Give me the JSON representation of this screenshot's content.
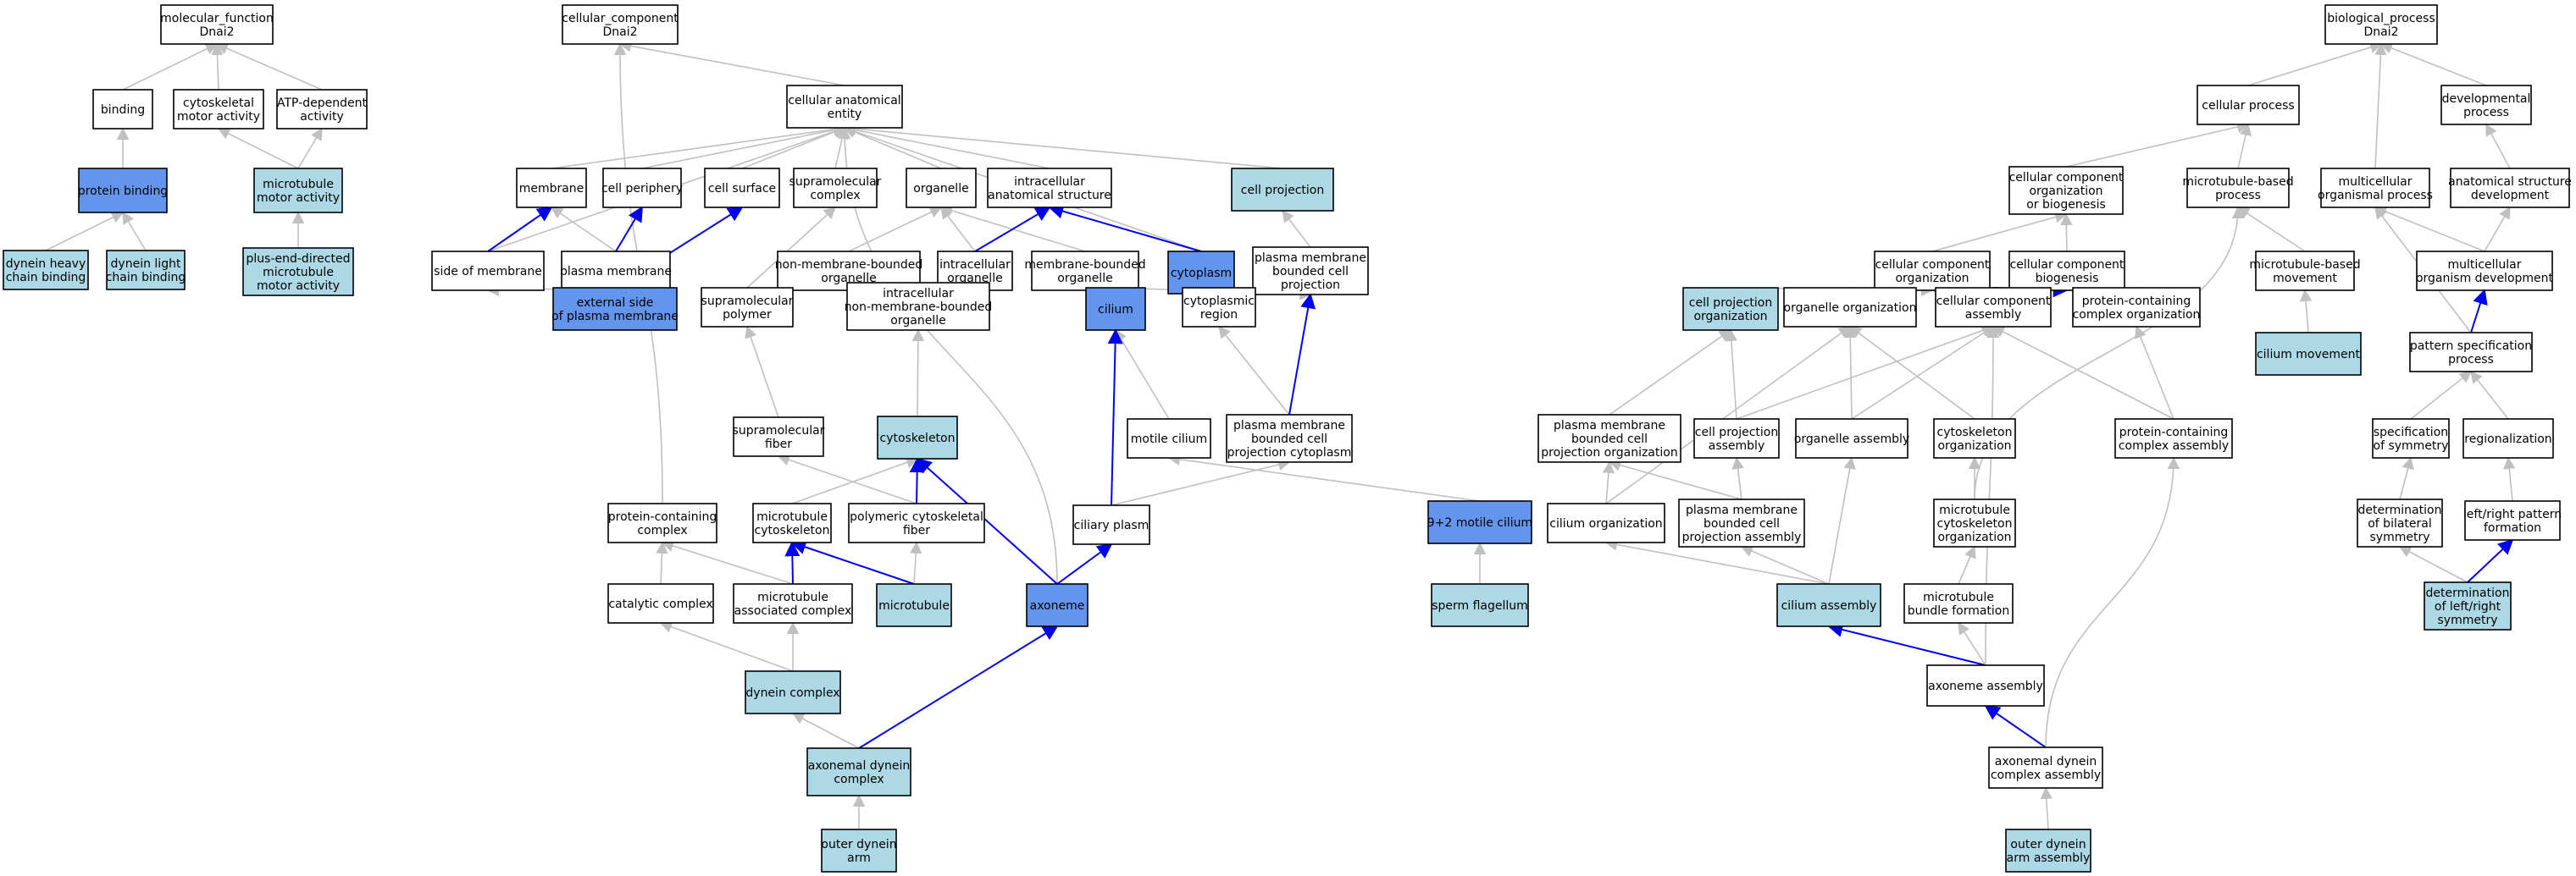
{
  "colors": {
    "white": "#ffffff",
    "light": "#add8e6",
    "dark": "#6495ed",
    "edge_gray": "#c0c0c0",
    "edge_blue": "#0000ee"
  },
  "nodes": {
    "mf_root": {
      "lines": [
        "molecular_function",
        "Dnai2"
      ],
      "fill": "white"
    },
    "binding": {
      "lines": [
        "binding"
      ],
      "fill": "white"
    },
    "cytoskeletal_motor": {
      "lines": [
        "cytoskeletal",
        "motor activity"
      ],
      "fill": "white"
    },
    "atp_dependent": {
      "lines": [
        "ATP-dependent",
        "activity"
      ],
      "fill": "white"
    },
    "protein_binding": {
      "lines": [
        "protein binding"
      ],
      "fill": "dark"
    },
    "microtubule_motor": {
      "lines": [
        "microtubule",
        "motor activity"
      ],
      "fill": "light"
    },
    "dynein_heavy": {
      "lines": [
        "dynein heavy",
        "chain binding"
      ],
      "fill": "light"
    },
    "dynein_light": {
      "lines": [
        "dynein light",
        "chain binding"
      ],
      "fill": "light"
    },
    "plus_end": {
      "lines": [
        "plus-end-directed",
        "microtubule",
        "motor activity"
      ],
      "fill": "light"
    },
    "cc_root": {
      "lines": [
        "cellular_component",
        "Dnai2"
      ],
      "fill": "white"
    },
    "cae": {
      "lines": [
        "cellular anatomical",
        "entity"
      ],
      "fill": "white"
    },
    "membrane": {
      "lines": [
        "membrane"
      ],
      "fill": "white"
    },
    "cell_periphery": {
      "lines": [
        "cell periphery"
      ],
      "fill": "white"
    },
    "cell_surface": {
      "lines": [
        "cell surface"
      ],
      "fill": "white"
    },
    "supramolecular_complex": {
      "lines": [
        "supramolecular",
        "complex"
      ],
      "fill": "white"
    },
    "organelle": {
      "lines": [
        "organelle"
      ],
      "fill": "white"
    },
    "intracellular_as": {
      "lines": [
        "intracellular",
        "anatomical structure"
      ],
      "fill": "white"
    },
    "cell_projection": {
      "lines": [
        "cell projection"
      ],
      "fill": "light"
    },
    "side_of_membrane": {
      "lines": [
        "side of membrane"
      ],
      "fill": "white"
    },
    "plasma_membrane": {
      "lines": [
        "plasma membrane"
      ],
      "fill": "white"
    },
    "nmb_organelle": {
      "lines": [
        "non-membrane-bounded",
        "organelle"
      ],
      "fill": "white"
    },
    "intracellular_organelle": {
      "lines": [
        "intracellular",
        "organelle"
      ],
      "fill": "white"
    },
    "mb_organelle": {
      "lines": [
        "membrane-bounded",
        "organelle"
      ],
      "fill": "white"
    },
    "cytoplasm": {
      "lines": [
        "cytoplasm"
      ],
      "fill": "dark"
    },
    "pm_bounded_projection": {
      "lines": [
        "plasma membrane",
        "bounded cell",
        "projection"
      ],
      "fill": "white"
    },
    "external_side": {
      "lines": [
        "external side",
        "of plasma membrane"
      ],
      "fill": "dark"
    },
    "supramolecular_polymer": {
      "lines": [
        "supramolecular",
        "polymer"
      ],
      "fill": "white"
    },
    "intra_nmb_organelle": {
      "lines": [
        "intracellular",
        "non-membrane-bounded",
        "organelle"
      ],
      "fill": "white"
    },
    "cilium": {
      "lines": [
        "cilium"
      ],
      "fill": "dark"
    },
    "cytoplasmic_region": {
      "lines": [
        "cytoplasmic",
        "region"
      ],
      "fill": "white"
    },
    "supramolecular_fiber": {
      "lines": [
        "supramolecular",
        "fiber"
      ],
      "fill": "white"
    },
    "cytoskeleton": {
      "lines": [
        "cytoskeleton"
      ],
      "fill": "light"
    },
    "motile_cilium": {
      "lines": [
        "motile cilium"
      ],
      "fill": "white"
    },
    "pm_bounded_cytoplasm": {
      "lines": [
        "plasma membrane",
        "bounded cell",
        "projection cytoplasm"
      ],
      "fill": "white"
    },
    "protein_containing_complex": {
      "lines": [
        "protein-containing",
        "complex"
      ],
      "fill": "white"
    },
    "microtubule_cytoskeleton": {
      "lines": [
        "microtubule",
        "cytoskeleton"
      ],
      "fill": "white"
    },
    "polymeric_fiber": {
      "lines": [
        "polymeric cytoskeletal",
        "fiber"
      ],
      "fill": "white"
    },
    "ciliary_plasm": {
      "lines": [
        "ciliary plasm"
      ],
      "fill": "white"
    },
    "nine_two_cilium": {
      "lines": [
        "9+2 motile cilium"
      ],
      "fill": "dark"
    },
    "catalytic_complex": {
      "lines": [
        "catalytic complex"
      ],
      "fill": "white"
    },
    "mt_associated_complex": {
      "lines": [
        "microtubule",
        "associated complex"
      ],
      "fill": "white"
    },
    "microtubule": {
      "lines": [
        "microtubule"
      ],
      "fill": "light"
    },
    "axoneme": {
      "lines": [
        "axoneme"
      ],
      "fill": "dark"
    },
    "sperm_flagellum": {
      "lines": [
        "sperm flagellum"
      ],
      "fill": "light"
    },
    "dynein_complex": {
      "lines": [
        "dynein complex"
      ],
      "fill": "light"
    },
    "axonemal_dynein_complex": {
      "lines": [
        "axonemal dynein",
        "complex"
      ],
      "fill": "light"
    },
    "outer_dynein_arm": {
      "lines": [
        "outer dynein",
        "arm"
      ],
      "fill": "light"
    },
    "bp_root": {
      "lines": [
        "biological_process",
        "Dnai2"
      ],
      "fill": "white"
    },
    "cellular_process": {
      "lines": [
        "cellular process"
      ],
      "fill": "white"
    },
    "developmental_process": {
      "lines": [
        "developmental",
        "process"
      ],
      "fill": "white"
    },
    "ccob": {
      "lines": [
        "cellular component",
        "organization",
        "or biogenesis"
      ],
      "fill": "white"
    },
    "mt_based_process": {
      "lines": [
        "microtubule-based",
        "process"
      ],
      "fill": "white"
    },
    "multicellular_process": {
      "lines": [
        "multicellular",
        "organismal process"
      ],
      "fill": "white"
    },
    "anatomical_development": {
      "lines": [
        "anatomical structure",
        "development"
      ],
      "fill": "white"
    },
    "cc_organization": {
      "lines": [
        "cellular component",
        "organization"
      ],
      "fill": "white"
    },
    "cc_biogenesis": {
      "lines": [
        "cellular component",
        "biogenesis"
      ],
      "fill": "white"
    },
    "mt_based_movement": {
      "lines": [
        "microtubule-based",
        "movement"
      ],
      "fill": "white"
    },
    "organism_development": {
      "lines": [
        "multicellular",
        "organism development"
      ],
      "fill": "white"
    },
    "cell_projection_org": {
      "lines": [
        "cell projection",
        "organization"
      ],
      "fill": "light"
    },
    "organelle_organization": {
      "lines": [
        "organelle organization"
      ],
      "fill": "white"
    },
    "cc_assembly": {
      "lines": [
        "cellular component",
        "assembly"
      ],
      "fill": "white"
    },
    "pcc_organization": {
      "lines": [
        "protein-containing",
        "complex organization"
      ],
      "fill": "white"
    },
    "cilium_movement": {
      "lines": [
        "cilium movement"
      ],
      "fill": "light"
    },
    "pattern_specification": {
      "lines": [
        "pattern specification",
        "process"
      ],
      "fill": "white"
    },
    "pm_projection_org": {
      "lines": [
        "plasma membrane",
        "bounded cell",
        "projection organization"
      ],
      "fill": "white"
    },
    "cell_projection_assembly": {
      "lines": [
        "cell projection",
        "assembly"
      ],
      "fill": "white"
    },
    "organelle_assembly": {
      "lines": [
        "organelle assembly"
      ],
      "fill": "white"
    },
    "cytoskeleton_organization": {
      "lines": [
        "cytoskeleton",
        "organization"
      ],
      "fill": "white"
    },
    "pcc_assembly": {
      "lines": [
        "protein-containing",
        "complex assembly"
      ],
      "fill": "white"
    },
    "specification_symmetry": {
      "lines": [
        "specification",
        "of symmetry"
      ],
      "fill": "white"
    },
    "regionalization": {
      "lines": [
        "regionalization"
      ],
      "fill": "white"
    },
    "cilium_organization": {
      "lines": [
        "cilium organization"
      ],
      "fill": "white"
    },
    "pm_projection_assembly": {
      "lines": [
        "plasma membrane",
        "bounded cell",
        "projection assembly"
      ],
      "fill": "white"
    },
    "mt_cytoskeleton_org": {
      "lines": [
        "microtubule",
        "cytoskeleton",
        "organization"
      ],
      "fill": "white"
    },
    "bilateral_symmetry": {
      "lines": [
        "determination",
        "of bilateral",
        "symmetry"
      ],
      "fill": "white"
    },
    "lr_pattern": {
      "lines": [
        "left/right pattern",
        "formation"
      ],
      "fill": "white"
    },
    "cilium_assembly": {
      "lines": [
        "cilium assembly"
      ],
      "fill": "light"
    },
    "mt_bundle": {
      "lines": [
        "microtubule",
        "bundle formation"
      ],
      "fill": "white"
    },
    "lr_symmetry": {
      "lines": [
        "determination",
        "of left/right",
        "symmetry"
      ],
      "fill": "light"
    },
    "axoneme_assembly": {
      "lines": [
        "axoneme assembly"
      ],
      "fill": "white"
    },
    "axonemal_dynein_assembly": {
      "lines": [
        "axonemal dynein",
        "complex assembly"
      ],
      "fill": "white"
    },
    "outer_dynein_arm_assembly": {
      "lines": [
        "outer dynein",
        "arm assembly"
      ],
      "fill": "light"
    }
  },
  "edges": [
    [
      "binding",
      "mf_root",
      "gray"
    ],
    [
      "cytoskeletal_motor",
      "mf_root",
      "gray"
    ],
    [
      "atp_dependent",
      "mf_root",
      "gray"
    ],
    [
      "protein_binding",
      "binding",
      "gray"
    ],
    [
      "microtubule_motor",
      "cytoskeletal_motor",
      "gray"
    ],
    [
      "microtubule_motor",
      "atp_dependent",
      "gray"
    ],
    [
      "dynein_heavy",
      "protein_binding",
      "gray"
    ],
    [
      "dynein_light",
      "protein_binding",
      "gray"
    ],
    [
      "plus_end",
      "microtubule_motor",
      "gray"
    ],
    [
      "cae",
      "cc_root",
      "gray"
    ],
    [
      "protein_containing_complex",
      "cc_root",
      "gray"
    ],
    [
      "membrane",
      "cae",
      "gray"
    ],
    [
      "cell_periphery",
      "cae",
      "gray"
    ],
    [
      "cell_surface",
      "cae",
      "gray"
    ],
    [
      "supramolecular_complex",
      "cae",
      "gray"
    ],
    [
      "organelle",
      "cae",
      "gray"
    ],
    [
      "intracellular_as",
      "cae",
      "gray"
    ],
    [
      "cell_projection",
      "cae",
      "gray"
    ],
    [
      "side_of_membrane",
      "cae",
      "gray"
    ],
    [
      "cytoplasm",
      "cae",
      "gray"
    ],
    [
      "axoneme",
      "cae",
      "gray"
    ],
    [
      "side_of_membrane",
      "membrane",
      "blue"
    ],
    [
      "plasma_membrane",
      "membrane",
      "gray"
    ],
    [
      "plasma_membrane",
      "cell_periphery",
      "blue"
    ],
    [
      "external_side",
      "side_of_membrane",
      "gray"
    ],
    [
      "external_side",
      "plasma_membrane",
      "blue"
    ],
    [
      "external_side",
      "cell_surface",
      "blue"
    ],
    [
      "nmb_organelle",
      "organelle",
      "gray"
    ],
    [
      "intracellular_organelle",
      "organelle",
      "gray"
    ],
    [
      "mb_organelle",
      "organelle",
      "gray"
    ],
    [
      "intracellular_organelle",
      "intracellular_as",
      "blue"
    ],
    [
      "cytoplasm",
      "intracellular_as",
      "blue"
    ],
    [
      "pm_bounded_projection",
      "cell_projection",
      "gray"
    ],
    [
      "supramolecular_polymer",
      "supramolecular_complex",
      "gray"
    ],
    [
      "intra_nmb_organelle",
      "nmb_organelle",
      "gray"
    ],
    [
      "intra_nmb_organelle",
      "intracellular_organelle",
      "gray"
    ],
    [
      "cilium",
      "mb_organelle",
      "gray"
    ],
    [
      "cilium",
      "pm_bounded_projection",
      "gray"
    ],
    [
      "cytoplasmic_region",
      "cytoplasm",
      "gray"
    ],
    [
      "supramolecular_fiber",
      "supramolecular_polymer",
      "gray"
    ],
    [
      "cytoskeleton",
      "intra_nmb_organelle",
      "gray"
    ],
    [
      "motile_cilium",
      "cilium",
      "gray"
    ],
    [
      "pm_bounded_cytoplasm",
      "cytoplasmic_region",
      "gray"
    ],
    [
      "pm_bounded_cytoplasm",
      "pm_bounded_projection",
      "blue"
    ],
    [
      "microtubule_cytoskeleton",
      "cytoskeleton",
      "gray"
    ],
    [
      "polymeric_fiber",
      "cytoskeleton",
      "blue"
    ],
    [
      "polymeric_fiber",
      "supramolecular_fiber",
      "gray"
    ],
    [
      "ciliary_plasm",
      "cilium",
      "blue"
    ],
    [
      "ciliary_plasm",
      "pm_bounded_cytoplasm",
      "gray"
    ],
    [
      "nine_two_cilium",
      "motile_cilium",
      "gray"
    ],
    [
      "catalytic_complex",
      "protein_containing_complex",
      "gray"
    ],
    [
      "mt_associated_complex",
      "protein_containing_complex",
      "gray"
    ],
    [
      "mt_associated_complex",
      "microtubule_cytoskeleton",
      "blue"
    ],
    [
      "microtubule",
      "microtubule_cytoskeleton",
      "blue"
    ],
    [
      "microtubule",
      "polymeric_fiber",
      "gray"
    ],
    [
      "axoneme",
      "cytoskeleton",
      "blue"
    ],
    [
      "axoneme",
      "ciliary_plasm",
      "blue"
    ],
    [
      "sperm_flagellum",
      "nine_two_cilium",
      "gray"
    ],
    [
      "dynein_complex",
      "catalytic_complex",
      "gray"
    ],
    [
      "dynein_complex",
      "mt_associated_complex",
      "gray"
    ],
    [
      "axonemal_dynein_complex",
      "dynein_complex",
      "gray"
    ],
    [
      "axonemal_dynein_complex",
      "axoneme",
      "blue"
    ],
    [
      "outer_dynein_arm",
      "axonemal_dynein_complex",
      "gray"
    ],
    [
      "cellular_process",
      "bp_root",
      "gray"
    ],
    [
      "developmental_process",
      "bp_root",
      "gray"
    ],
    [
      "multicellular_process",
      "bp_root",
      "gray"
    ],
    [
      "ccob",
      "cellular_process",
      "gray"
    ],
    [
      "mt_based_process",
      "cellular_process",
      "gray"
    ],
    [
      "anatomical_development",
      "developmental_process",
      "gray"
    ],
    [
      "cc_organization",
      "ccob",
      "gray"
    ],
    [
      "cc_biogenesis",
      "ccob",
      "gray"
    ],
    [
      "mt_based_movement",
      "mt_based_process",
      "gray"
    ],
    [
      "organism_development",
      "multicellular_process",
      "gray"
    ],
    [
      "organism_development",
      "anatomical_development",
      "gray"
    ],
    [
      "cell_projection_org",
      "cc_organization",
      "gray"
    ],
    [
      "organelle_organization",
      "cc_organization",
      "gray"
    ],
    [
      "cc_assembly",
      "cc_organization",
      "gray"
    ],
    [
      "pcc_organization",
      "cc_organization",
      "gray"
    ],
    [
      "cc_assembly",
      "cc_biogenesis",
      "blue"
    ],
    [
      "cilium_movement",
      "mt_based_movement",
      "gray"
    ],
    [
      "pattern_specification",
      "organism_development",
      "blue"
    ],
    [
      "pattern_specification",
      "multicellular_process",
      "gray"
    ],
    [
      "pm_projection_org",
      "cell_projection_org",
      "gray"
    ],
    [
      "cell_projection_assembly",
      "cell_projection_org",
      "gray"
    ],
    [
      "cell_projection_assembly",
      "cc_assembly",
      "gray"
    ],
    [
      "organelle_assembly",
      "organelle_organization",
      "gray"
    ],
    [
      "organelle_assembly",
      "cc_assembly",
      "gray"
    ],
    [
      "cytoskeleton_organization",
      "organelle_organization",
      "gray"
    ],
    [
      "pcc_assembly",
      "pcc_organization",
      "gray"
    ],
    [
      "pcc_assembly",
      "cc_assembly",
      "gray"
    ],
    [
      "specification_symmetry",
      "pattern_specification",
      "gray"
    ],
    [
      "regionalization",
      "pattern_specification",
      "gray"
    ],
    [
      "cilium_organization",
      "organelle_organization",
      "gray"
    ],
    [
      "cilium_organization",
      "pm_projection_org",
      "gray"
    ],
    [
      "pm_projection_assembly",
      "pm_projection_org",
      "gray"
    ],
    [
      "pm_projection_assembly",
      "cell_projection_assembly",
      "gray"
    ],
    [
      "mt_cytoskeleton_org",
      "cytoskeleton_organization",
      "gray"
    ],
    [
      "mt_cytoskeleton_org",
      "mt_based_process",
      "gray"
    ],
    [
      "bilateral_symmetry",
      "specification_symmetry",
      "gray"
    ],
    [
      "lr_pattern",
      "regionalization",
      "gray"
    ],
    [
      "cilium_assembly",
      "cilium_organization",
      "gray"
    ],
    [
      "cilium_assembly",
      "pm_projection_assembly",
      "gray"
    ],
    [
      "cilium_assembly",
      "organelle_assembly",
      "gray"
    ],
    [
      "mt_bundle",
      "mt_cytoskeleton_org",
      "gray"
    ],
    [
      "lr_symmetry",
      "bilateral_symmetry",
      "gray"
    ],
    [
      "lr_symmetry",
      "lr_pattern",
      "blue"
    ],
    [
      "axoneme_assembly",
      "cilium_assembly",
      "blue"
    ],
    [
      "axoneme_assembly",
      "mt_bundle",
      "gray"
    ],
    [
      "axoneme_assembly",
      "cc_assembly",
      "gray"
    ],
    [
      "axonemal_dynein_assembly",
      "axoneme_assembly",
      "blue"
    ],
    [
      "axonemal_dynein_assembly",
      "pcc_assembly",
      "gray"
    ],
    [
      "outer_dynein_arm_assembly",
      "axonemal_dynein_assembly",
      "gray"
    ]
  ]
}
